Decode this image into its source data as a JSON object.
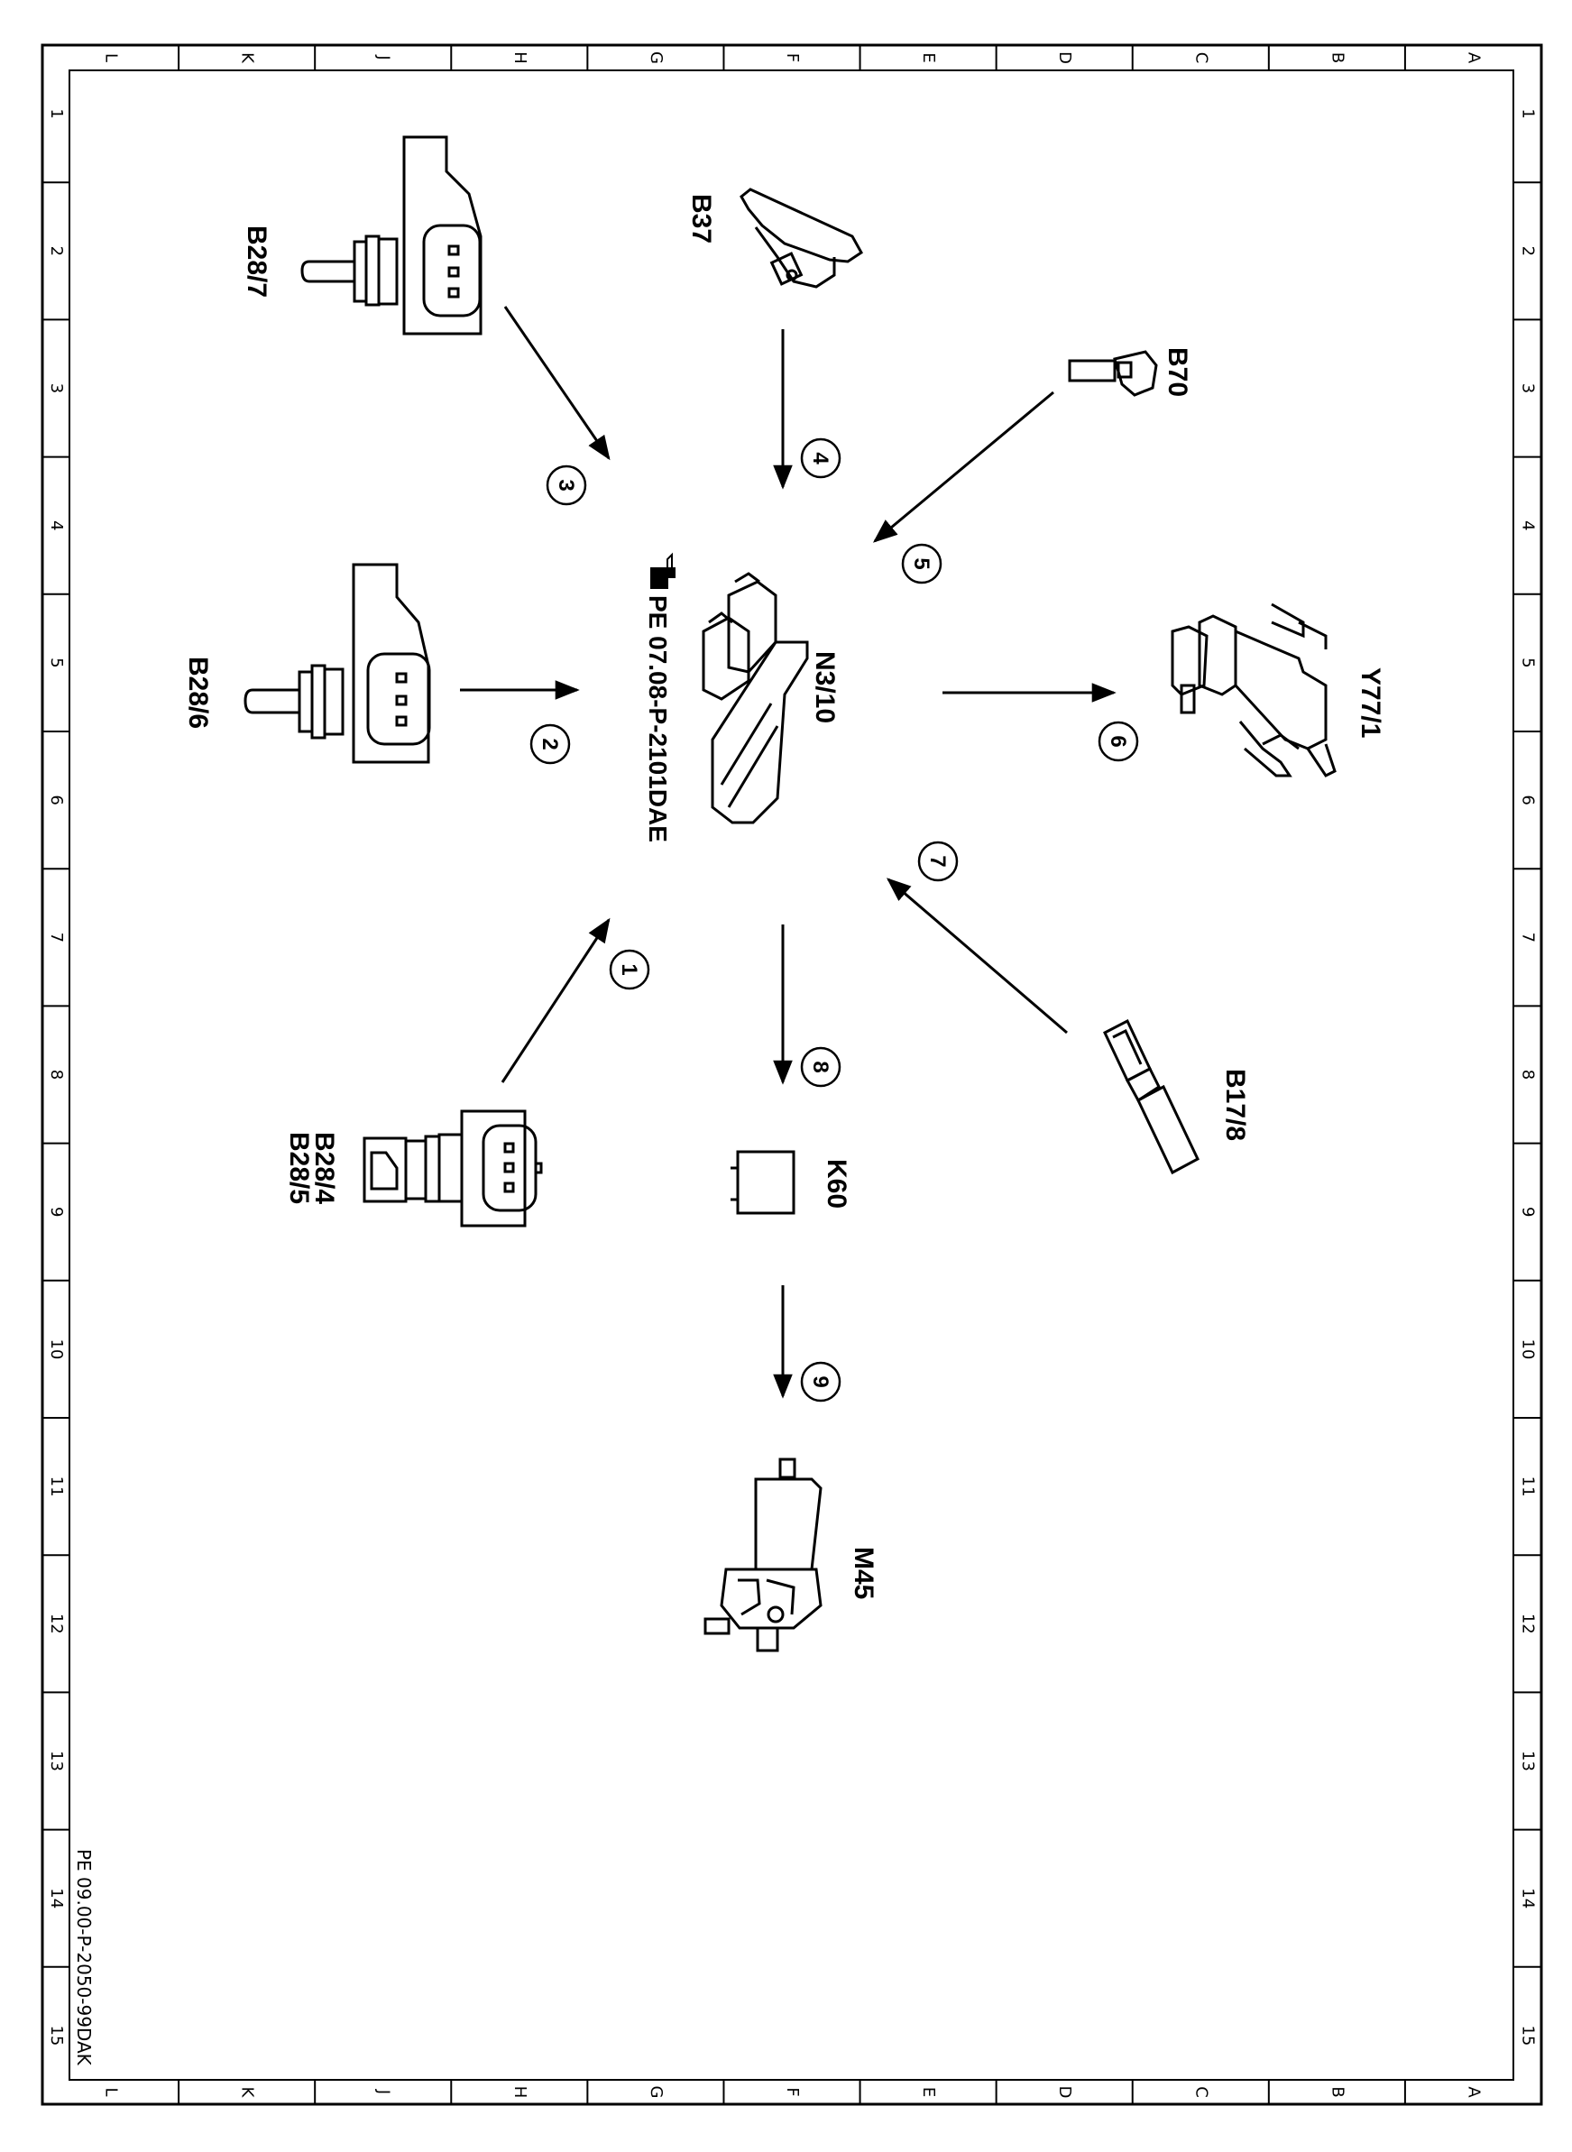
{
  "drawing": {
    "reference": "PE 09.00-P-2050-99DAK",
    "cross_reference": "PE 07.08-P-2101DAE",
    "cross_reference_icon": "pointing-hand-icon",
    "ecu_label": "N3/10"
  },
  "grid": {
    "letters": [
      "L",
      "K",
      "J",
      "H",
      "G",
      "F",
      "E",
      "D",
      "C",
      "B",
      "A"
    ],
    "numbers": [
      "1",
      "2",
      "3",
      "4",
      "5",
      "6",
      "7",
      "8",
      "9",
      "10",
      "11",
      "12",
      "13",
      "14",
      "15"
    ]
  },
  "components": {
    "b28_7": "B28/7",
    "b37": "B37",
    "b70": "B70",
    "b28_6": "B28/6",
    "y77_1": "Y77/1",
    "b28_4": "B28/4",
    "b28_5": "B28/5",
    "b17_8": "B17/8",
    "k60": "K60",
    "m45": "M45"
  },
  "signals": [
    "1",
    "2",
    "3",
    "4",
    "5",
    "6",
    "7",
    "8",
    "9"
  ]
}
